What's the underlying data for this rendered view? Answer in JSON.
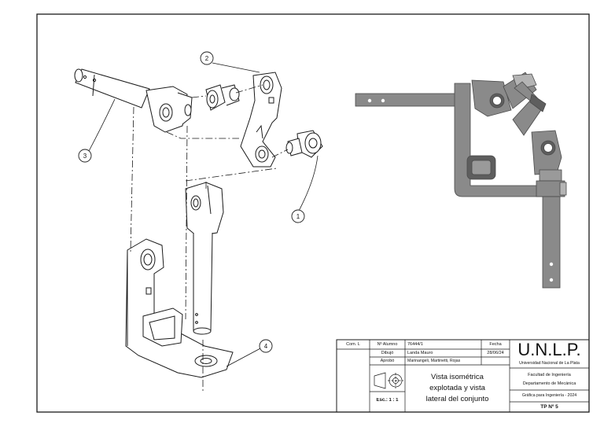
{
  "callouts": [
    "1",
    "2",
    "3",
    "4"
  ],
  "title_block": {
    "com_label": "Com. L",
    "alumno_label": "Nº Alumno",
    "alumno_value": "76444/1",
    "fecha_label": "Fecha",
    "fecha_value": "28/06/24",
    "dibujo_label": "Dibujó",
    "dibujo_value": "Landa Mauro",
    "aprobo_label": "Aprobó",
    "aprobo_value": "Marinangeli, Martinetti, Rojas",
    "escala": "Esc.: 1 : 1",
    "title_lines": [
      "Vista isométrica",
      "explotada y vista",
      "lateral del conjunto"
    ],
    "unlp": "U.N.L.P.",
    "universidad": "Universidad Nacional de La Plata",
    "facultad": "Facultad de Ingeniería",
    "departamento": "Departamento de Mecánica",
    "grafica": "Gráfica para Ingeniería - 2024",
    "tp": "TP Nº 5"
  },
  "colors": {
    "line": "#1a1a1a",
    "part_fill": "#ffffff",
    "render_fill": "#8a8a8a",
    "render_dark": "#5e5e5e",
    "render_light": "#b4b4b4"
  }
}
